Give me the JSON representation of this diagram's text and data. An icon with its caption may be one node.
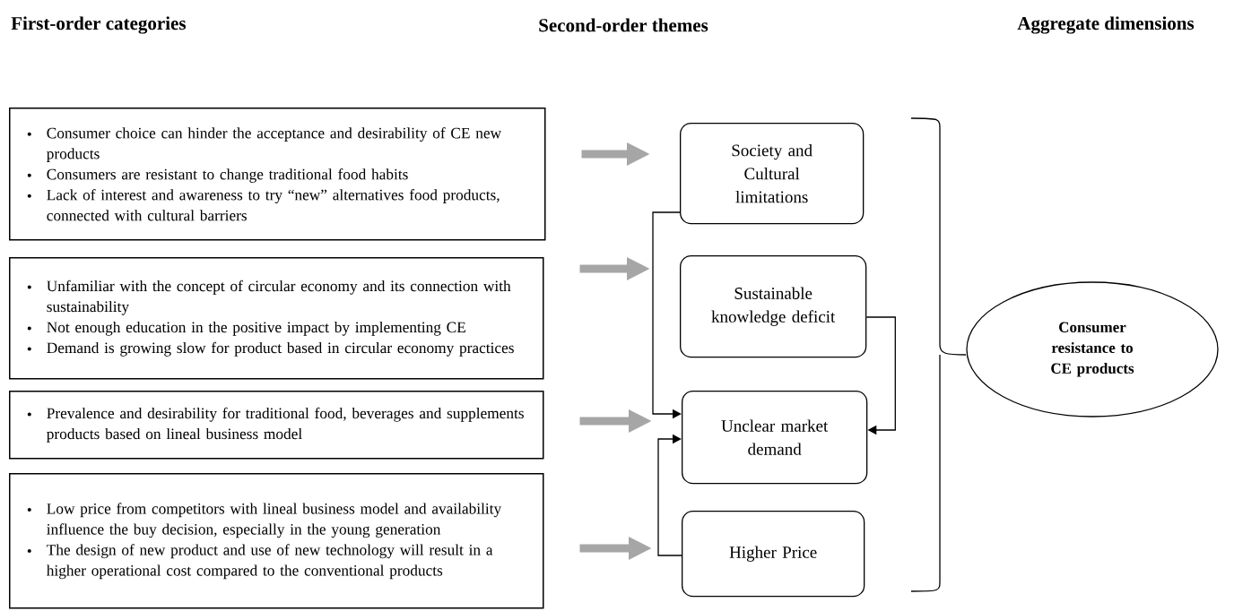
{
  "diagram": {
    "nodes": [
      {
        "text": [
          "Consumer choice can hinder the acceptance and desirability of CE new products",
          "Consumers are resistant to change traditional food habits",
          "Lack of interest and awareness to try “new” alternatives food products, connected with cultural barriers"
        ]
      },
      {
        "text": [
          "Unfamiliar with the concept of circular economy and its connection with sustainability",
          "Not enough education in the positive impact by implementing CE",
          "Demand is growing slow for product based in circular economy practices"
        ]
      },
      {
        "text": [
          "Prevalence and desirability for traditional food, beverages and supplements products based on lineal business model"
        ]
      },
      {
        "text": [
          "Low price from competitors with lineal business model and availability influence the buy decision, especially in the young generation",
          "The design of new product and use of new technology will result in a higher operational cost compared to the conventional products"
        ]
      },
      {
        "text": [
          "Society and Cultural limitations"
        ]
      },
      {
        "text": [
          "Sustainable knowledge deficit"
        ]
      },
      {
        "text": [
          "Unclear market demand"
        ]
      },
      {
        "text": [
          "Higher Price"
        ]
      },
      {
        "text": [
          "Consumer resistance to CE products"
        ]
      }
    ],
    "edges": [
      {
        "from": 0,
        "to": 4,
        "arrow": "to"
      },
      {
        "from": 1,
        "to": 5,
        "arrow": "to"
      },
      {
        "from": 2,
        "to": 6,
        "arrow": "to"
      },
      {
        "from": 3,
        "to": 7,
        "arrow": "to"
      },
      {
        "from": 4,
        "to": 6,
        "arrow": "to",
        "color": "#000000"
      },
      {
        "from": 5,
        "to": 6,
        "arrow": "to",
        "color": "#000000"
      },
      {
        "from": 7,
        "to": 6,
        "arrow": "to",
        "color": "#000000"
      }
    ],
    "labels": [
      "First-order categories",
      "Second-order themes",
      "Aggregate dimensions"
    ]
  }
}
